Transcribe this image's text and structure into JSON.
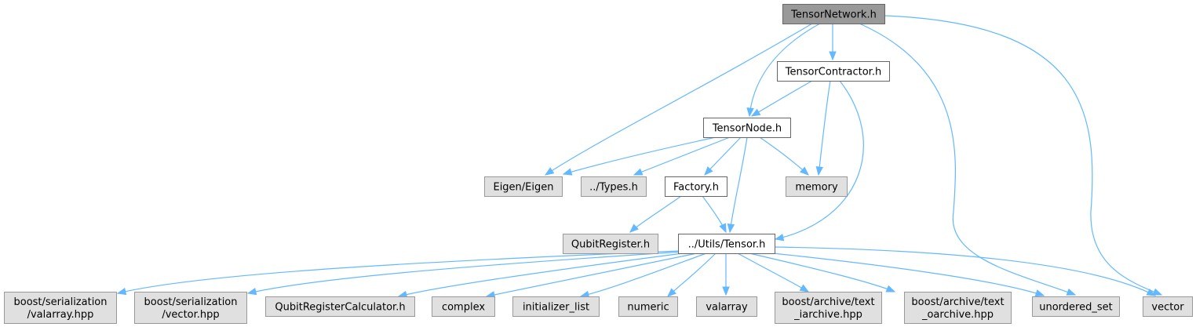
{
  "diagram": {
    "type": "include-dependency-graph",
    "root": "TensorNetwork.h",
    "colors": {
      "edge": "#63b8ff",
      "root_fill": "#999999",
      "internal_fill": "#ffffff",
      "external_fill": "#e0e0e0"
    },
    "nodes": [
      {
        "id": "tn",
        "kind": "root",
        "lines": [
          "TensorNetwork.h"
        ]
      },
      {
        "id": "tc",
        "kind": "internal",
        "lines": [
          "TensorContractor.h"
        ]
      },
      {
        "id": "tnode",
        "kind": "internal",
        "lines": [
          "TensorNode.h"
        ]
      },
      {
        "id": "eigen",
        "kind": "external",
        "lines": [
          "Eigen/Eigen"
        ]
      },
      {
        "id": "types",
        "kind": "external",
        "lines": [
          "../Types.h"
        ]
      },
      {
        "id": "factory",
        "kind": "internal",
        "lines": [
          "Factory.h"
        ]
      },
      {
        "id": "memory",
        "kind": "external",
        "lines": [
          "memory"
        ]
      },
      {
        "id": "qreg",
        "kind": "external",
        "lines": [
          "QubitRegister.h"
        ]
      },
      {
        "id": "tensor",
        "kind": "internal",
        "lines": [
          "../Utils/Tensor.h"
        ]
      },
      {
        "id": "bsval",
        "kind": "external",
        "lines": [
          "boost/serialization",
          "/valarray.hpp"
        ]
      },
      {
        "id": "bsvec",
        "kind": "external",
        "lines": [
          "boost/serialization",
          "/vector.hpp"
        ]
      },
      {
        "id": "qrc",
        "kind": "external",
        "lines": [
          "QubitRegisterCalculator.h"
        ]
      },
      {
        "id": "complex",
        "kind": "external",
        "lines": [
          "complex"
        ]
      },
      {
        "id": "initlist",
        "kind": "external",
        "lines": [
          "initializer_list"
        ]
      },
      {
        "id": "numeric",
        "kind": "external",
        "lines": [
          "numeric"
        ]
      },
      {
        "id": "valarray",
        "kind": "external",
        "lines": [
          "valarray"
        ]
      },
      {
        "id": "bati",
        "kind": "external",
        "lines": [
          "boost/archive/text",
          "_iarchive.hpp"
        ]
      },
      {
        "id": "bato",
        "kind": "external",
        "lines": [
          "boost/archive/text",
          "_oarchive.hpp"
        ]
      },
      {
        "id": "uset",
        "kind": "external",
        "lines": [
          "unordered_set"
        ]
      },
      {
        "id": "vector",
        "kind": "external",
        "lines": [
          "vector"
        ]
      }
    ],
    "edges": [
      [
        "tn",
        "tc"
      ],
      [
        "tn",
        "tnode"
      ],
      [
        "tn",
        "eigen"
      ],
      [
        "tn",
        "uset"
      ],
      [
        "tn",
        "vector"
      ],
      [
        "tc",
        "tnode"
      ],
      [
        "tc",
        "memory"
      ],
      [
        "tc",
        "tensor"
      ],
      [
        "tnode",
        "eigen"
      ],
      [
        "tnode",
        "types"
      ],
      [
        "tnode",
        "factory"
      ],
      [
        "tnode",
        "memory"
      ],
      [
        "tnode",
        "tensor"
      ],
      [
        "factory",
        "qreg"
      ],
      [
        "factory",
        "tensor"
      ],
      [
        "tensor",
        "bsval"
      ],
      [
        "tensor",
        "bsvec"
      ],
      [
        "tensor",
        "qrc"
      ],
      [
        "tensor",
        "complex"
      ],
      [
        "tensor",
        "initlist"
      ],
      [
        "tensor",
        "numeric"
      ],
      [
        "tensor",
        "valarray"
      ],
      [
        "tensor",
        "bati"
      ],
      [
        "tensor",
        "bato"
      ],
      [
        "tensor",
        "uset"
      ],
      [
        "tensor",
        "vector"
      ]
    ]
  }
}
